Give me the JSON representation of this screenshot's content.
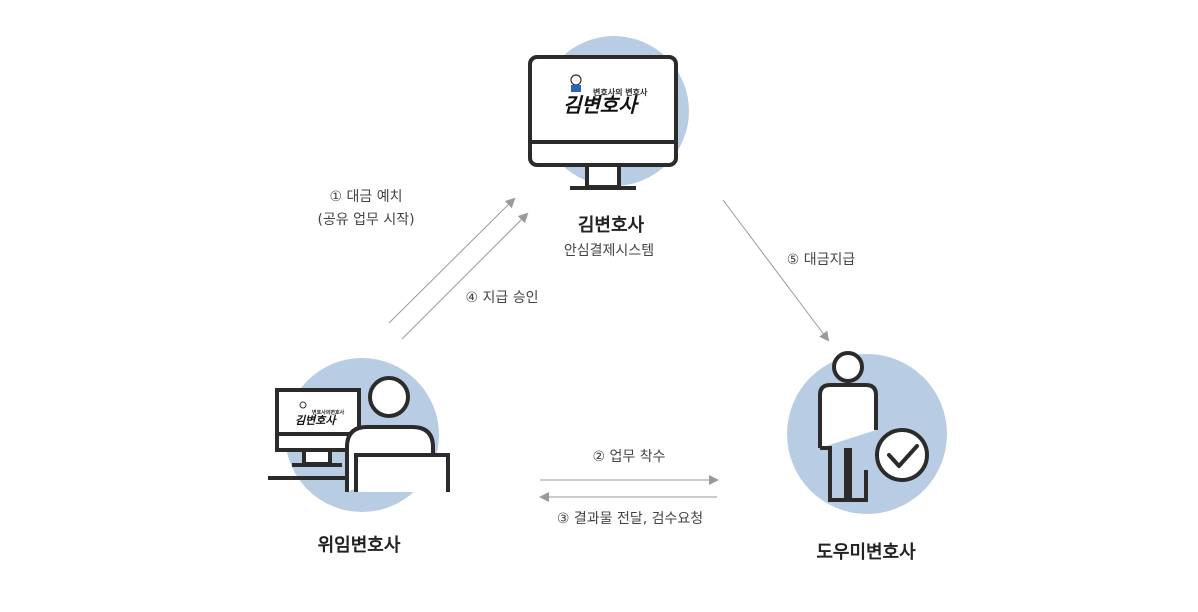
{
  "colors": {
    "circle": "#b8cde4",
    "icon": "#2b2b2b",
    "arrow": "#9a9a9a"
  },
  "system": {
    "title": "김변호사",
    "subtitle": "안심결제시스템",
    "logo_tagline": "변호사의 변호사",
    "logo_name": "김변호사"
  },
  "delegator": {
    "title": "위임변호사",
    "logo_tagline": "변호사의변호사",
    "logo_name": "김변호사"
  },
  "assistant": {
    "title": "도우미변호사"
  },
  "steps": {
    "step1_line1": "① 대금 예치",
    "step1_line2": "(공유 업무 시작)",
    "step2": "② 업무 착수",
    "step3": "③ 결과물 전달, 검수요청",
    "step4": "④ 지급 승인",
    "step5": "⑤ 대금지급"
  },
  "icons": {
    "system": "monitor-icon",
    "delegator": "person-at-computer-icon",
    "assistant": "person-verified-icon"
  }
}
